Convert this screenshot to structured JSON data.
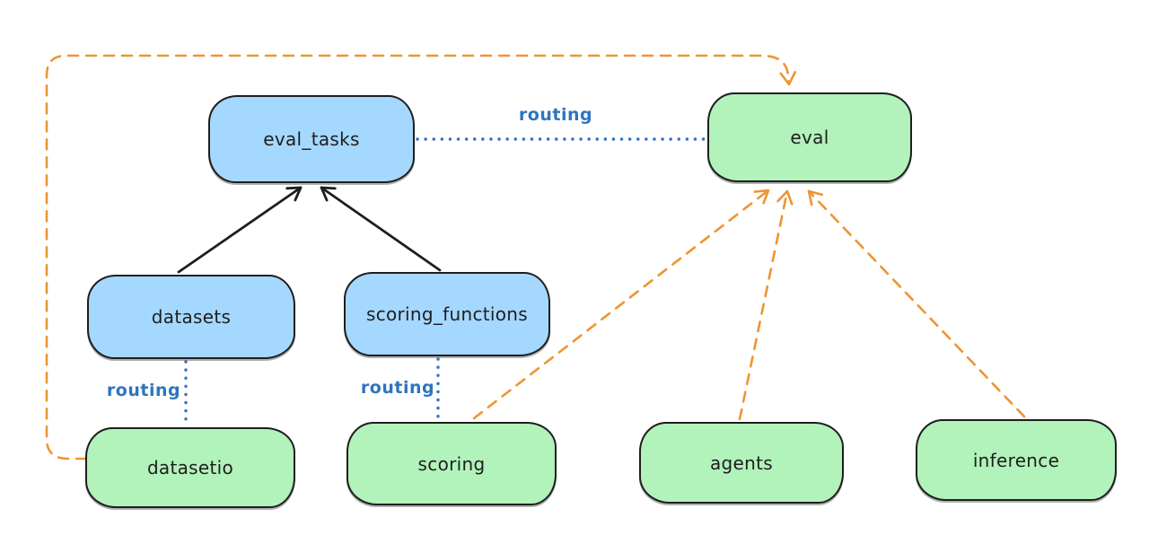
{
  "diagram": {
    "nodes": [
      {
        "id": "eval_tasks",
        "label": "eval_tasks",
        "color_role": "blue"
      },
      {
        "id": "datasets",
        "label": "datasets",
        "color_role": "blue"
      },
      {
        "id": "scoring_functions",
        "label": "scoring_functions",
        "color_role": "blue"
      },
      {
        "id": "eval",
        "label": "eval",
        "color_role": "green"
      },
      {
        "id": "datasetio",
        "label": "datasetio",
        "color_role": "green"
      },
      {
        "id": "scoring",
        "label": "scoring",
        "color_role": "green"
      },
      {
        "id": "agents",
        "label": "agents",
        "color_role": "green"
      },
      {
        "id": "inference",
        "label": "inference",
        "color_role": "green"
      }
    ],
    "edges": [
      {
        "from": "datasets",
        "to": "eval_tasks",
        "style": "solid-black-arrow"
      },
      {
        "from": "scoring_functions",
        "to": "eval_tasks",
        "style": "solid-black-arrow"
      },
      {
        "from": "eval_tasks",
        "to": "eval",
        "style": "dotted-blue",
        "label": "routing"
      },
      {
        "from": "datasets",
        "to": "datasetio",
        "style": "dotted-blue",
        "label": "routing"
      },
      {
        "from": "scoring_functions",
        "to": "scoring",
        "style": "dotted-blue",
        "label": "routing"
      },
      {
        "from": "datasetio",
        "to": "eval",
        "style": "dashed-orange-arrow",
        "path": "left-top-loop"
      },
      {
        "from": "scoring",
        "to": "eval",
        "style": "dashed-orange-arrow"
      },
      {
        "from": "agents",
        "to": "eval",
        "style": "dashed-orange-arrow"
      },
      {
        "from": "inference",
        "to": "eval",
        "style": "dashed-orange-arrow"
      }
    ],
    "colors": {
      "blue_fill": "#a5d8ff",
      "green_fill": "#b2f2bb",
      "stroke": "#1e1e1e",
      "routing_blue": "#2f74c0",
      "orange_accent": "#ef9433",
      "background": "#ffffff"
    }
  }
}
